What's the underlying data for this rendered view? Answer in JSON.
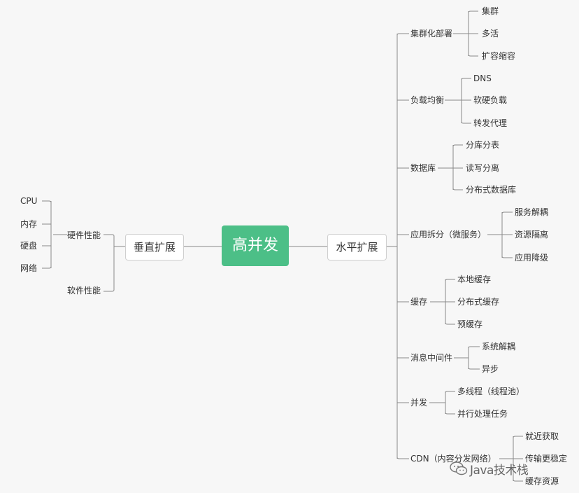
{
  "root": "高并发",
  "vertical": {
    "label": "垂直扩展",
    "hardware": {
      "label": "硬件性能",
      "items": [
        "CPU",
        "内存",
        "硬盘",
        "网络"
      ]
    },
    "software": {
      "label": "软件性能"
    }
  },
  "horizontal": {
    "label": "水平扩展",
    "branches": [
      {
        "label": "集群化部署",
        "items": [
          "集群",
          "多活",
          "扩容缩容"
        ]
      },
      {
        "label": "负载均衡",
        "items": [
          "DNS",
          "软硬负载",
          "转发代理"
        ]
      },
      {
        "label": "数据库",
        "items": [
          "分库分表",
          "读写分离",
          "分布式数据库"
        ]
      },
      {
        "label": "应用拆分（微服务）",
        "items": [
          "服务解耦",
          "资源隔离",
          "应用降级"
        ]
      },
      {
        "label": "缓存",
        "items": [
          "本地缓存",
          "分布式缓存",
          "预缓存"
        ]
      },
      {
        "label": "消息中间件",
        "items": [
          "系统解耦",
          "异步"
        ]
      },
      {
        "label": "并发",
        "items": [
          "多线程（线程池）",
          "并行处理任务"
        ]
      },
      {
        "label": "CDN（内容分发网络）",
        "items": [
          "就近获取",
          "传输更稳定",
          "缓存资源"
        ]
      }
    ]
  },
  "watermark": "Java技术栈",
  "colors": {
    "root_bg": "#4cbf87",
    "line": "#8a8a8a",
    "background": "#f7f7f7"
  }
}
